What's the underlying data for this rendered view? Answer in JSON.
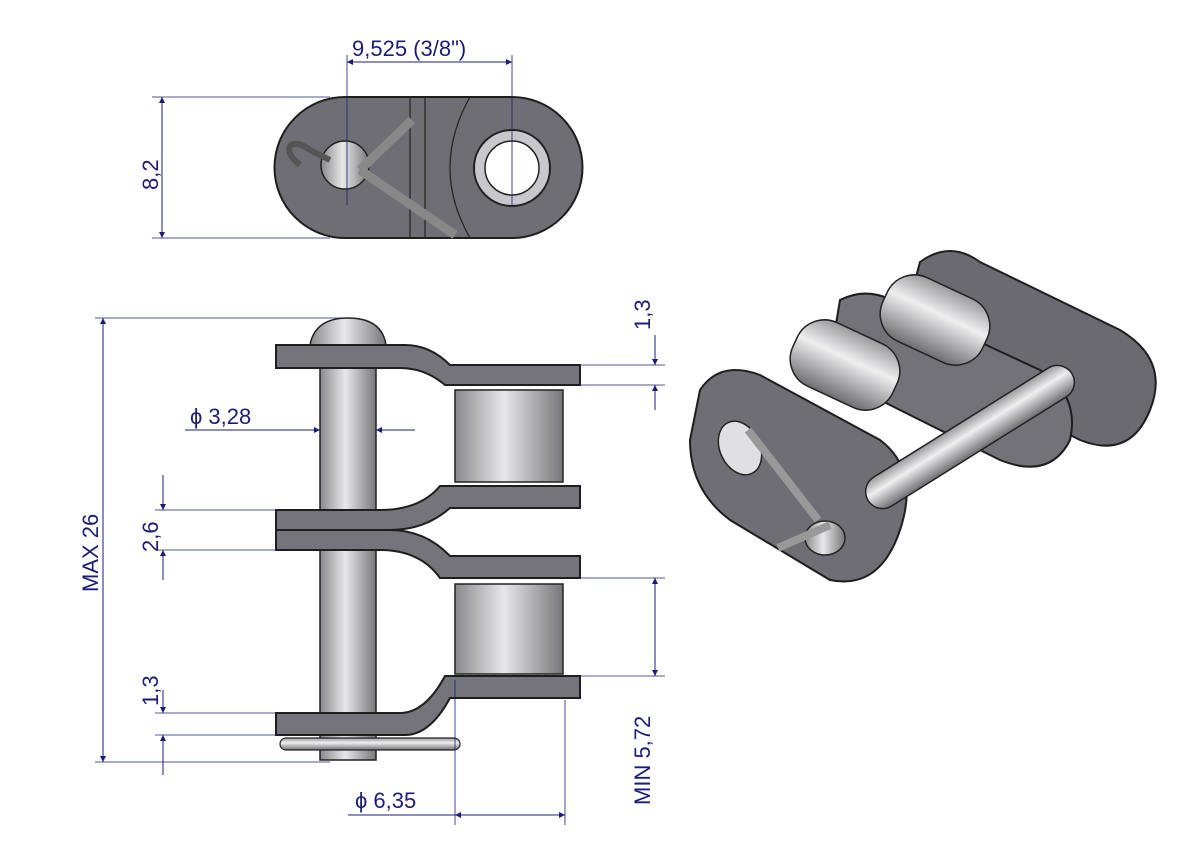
{
  "title": "Chain connecting link 3/8\" technical drawing",
  "dimensions": {
    "pitch": "9,525  (3/8\")",
    "plate_height": "8,2",
    "plate_thickness_top": "1,3",
    "pin_diameter": "ϕ  3,28",
    "max_length": "MAX  26",
    "middle_gap": "2,6",
    "plate_thickness_bottom": "1,3",
    "inner_width": "MIN  5,72",
    "roller_diameter": "ϕ  6,35"
  },
  "colors": {
    "dimension": "#1c1c78",
    "metal": "#7a7a80"
  }
}
